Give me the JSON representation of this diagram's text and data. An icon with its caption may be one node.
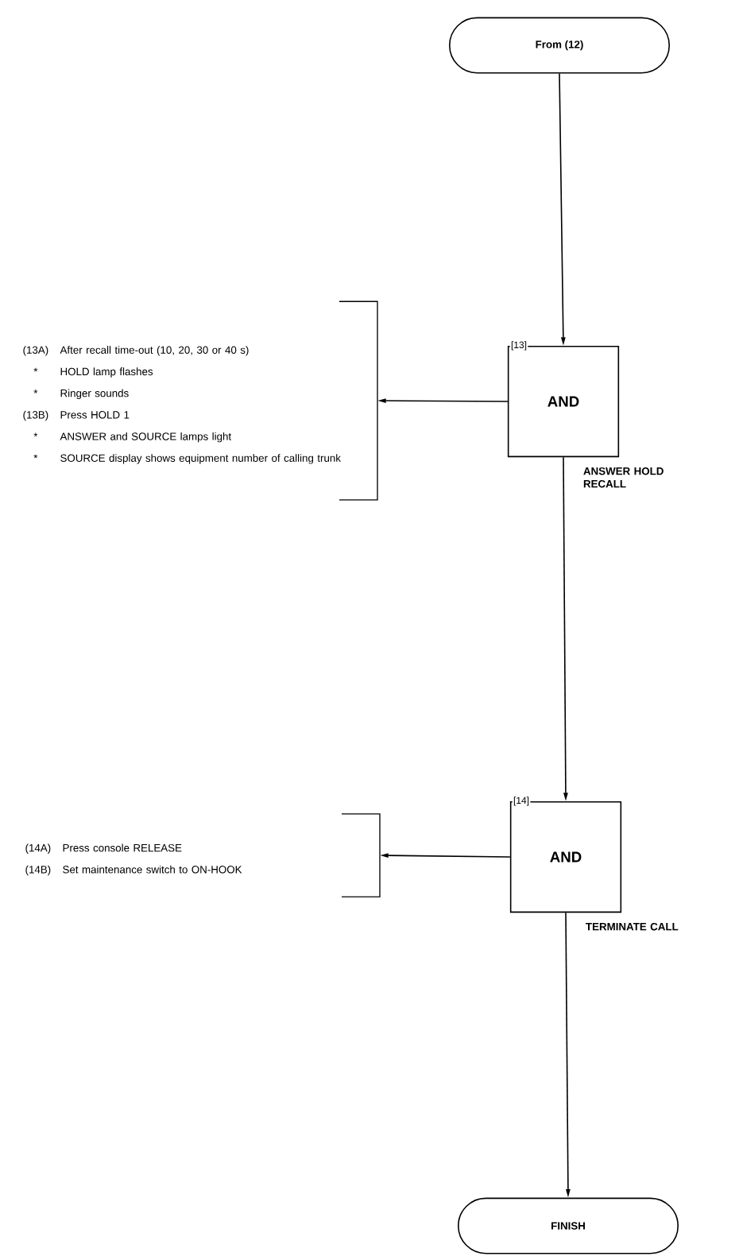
{
  "diagram": {
    "nodes": [
      {
        "text": [
          "From (12)"
        ]
      },
      {
        "text": [
          "[13]",
          "AND"
        ],
        "beside": [
          "ANSWER HOLD RECALL"
        ]
      },
      {
        "text": [
          "(13A)",
          "After recall time-out (10, 20, 30 or 40 s)",
          "*",
          "HOLD lamp flashes",
          "*",
          "Ringer sounds",
          "(13B)",
          "Press HOLD 1",
          "*",
          "ANSWER and SOURCE lamps light",
          "*",
          "SOURCE display shows equipment number of calling trunk"
        ]
      },
      {
        "text": [
          "[14]",
          "AND"
        ],
        "beside": [
          "TERMINATE CALL"
        ]
      },
      {
        "text": [
          "(14A)",
          "Press console RELEASE",
          "(14B)",
          "Set maintenance switch to ON-HOOK"
        ]
      },
      {
        "text": [
          "FINISH"
        ]
      }
    ],
    "edges": [
      {
        "from": 0,
        "to": 1,
        "arrow": "to"
      },
      {
        "from": 1,
        "to": 2,
        "arrow": "to"
      },
      {
        "from": 1,
        "to": 3,
        "arrow": "to"
      },
      {
        "from": 3,
        "to": 4,
        "arrow": "to"
      },
      {
        "from": 3,
        "to": 5,
        "arrow": "to"
      }
    ]
  }
}
